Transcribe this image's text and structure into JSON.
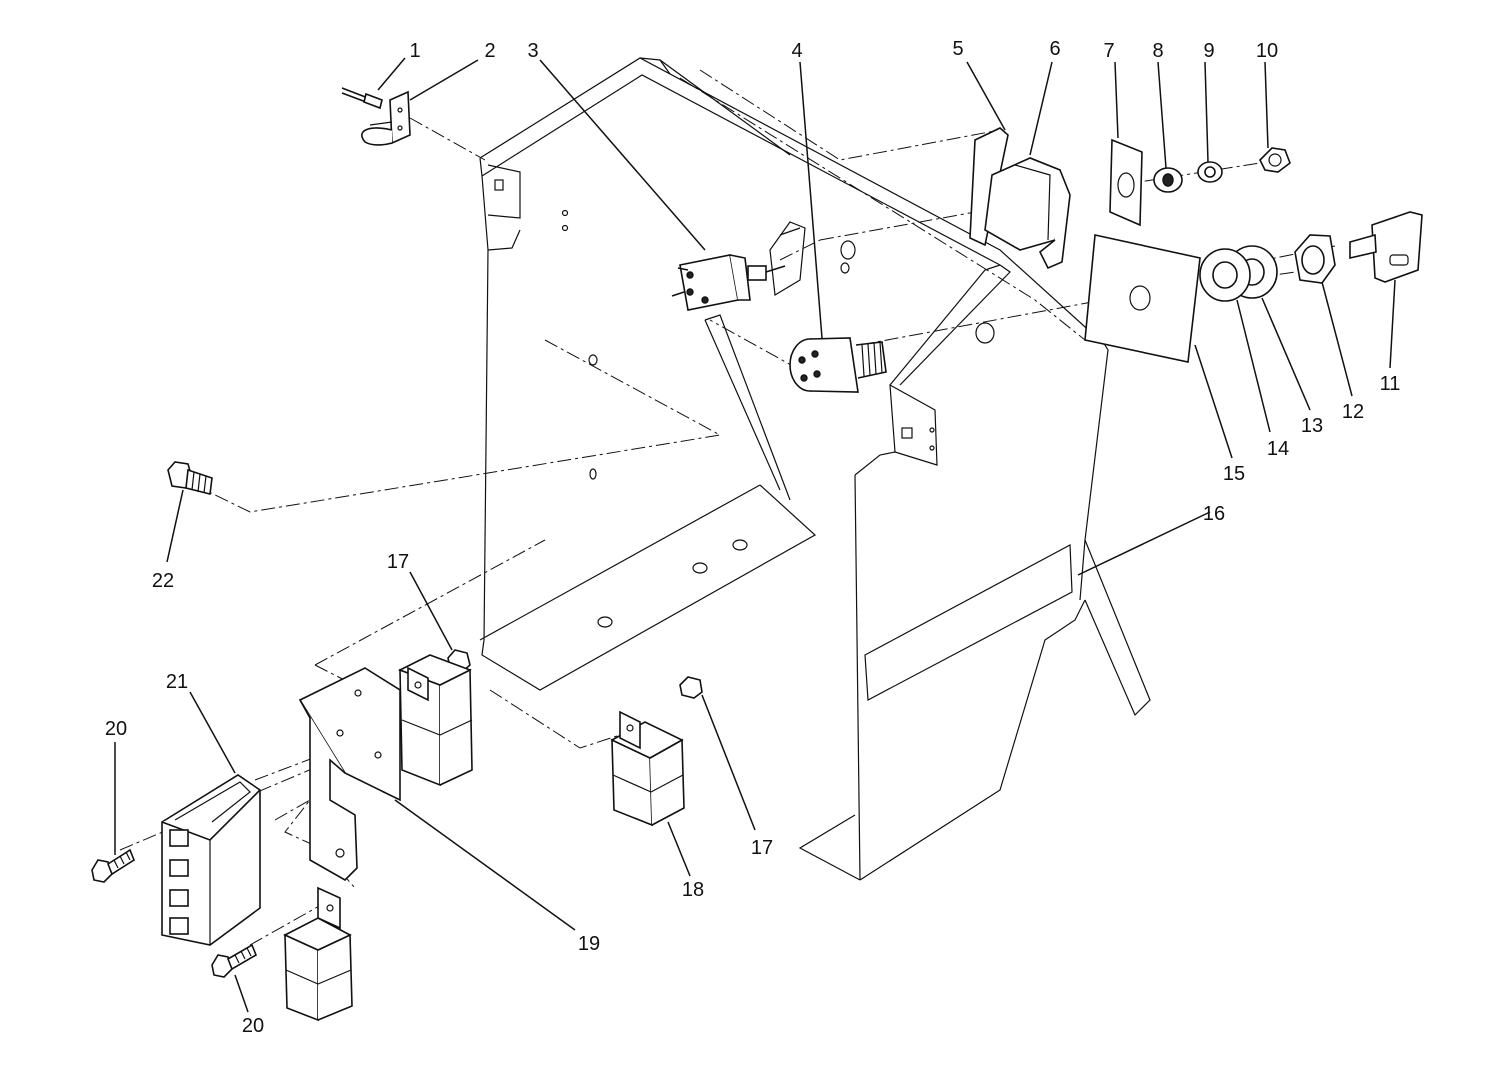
{
  "colors": {
    "ink": "#111111",
    "background": "#ffffff"
  },
  "callouts": [
    {
      "id": "c1",
      "text": "1"
    },
    {
      "id": "c2",
      "text": "2"
    },
    {
      "id": "c3",
      "text": "3"
    },
    {
      "id": "c4",
      "text": "4"
    },
    {
      "id": "c5",
      "text": "5"
    },
    {
      "id": "c6",
      "text": "6"
    },
    {
      "id": "c7",
      "text": "7"
    },
    {
      "id": "c8",
      "text": "8"
    },
    {
      "id": "c9",
      "text": "9"
    },
    {
      "id": "c10",
      "text": "10"
    },
    {
      "id": "c11",
      "text": "11"
    },
    {
      "id": "c12",
      "text": "12"
    },
    {
      "id": "c13",
      "text": "13"
    },
    {
      "id": "c14",
      "text": "14"
    },
    {
      "id": "c15",
      "text": "15"
    },
    {
      "id": "c16",
      "text": "16"
    },
    {
      "id": "c17a",
      "text": "17"
    },
    {
      "id": "c17b",
      "text": "17"
    },
    {
      "id": "c18",
      "text": "18"
    },
    {
      "id": "c19",
      "text": "19"
    },
    {
      "id": "c20a",
      "text": "20"
    },
    {
      "id": "c20b",
      "text": "20"
    },
    {
      "id": "c21",
      "text": "21"
    },
    {
      "id": "c22",
      "text": "22"
    }
  ]
}
